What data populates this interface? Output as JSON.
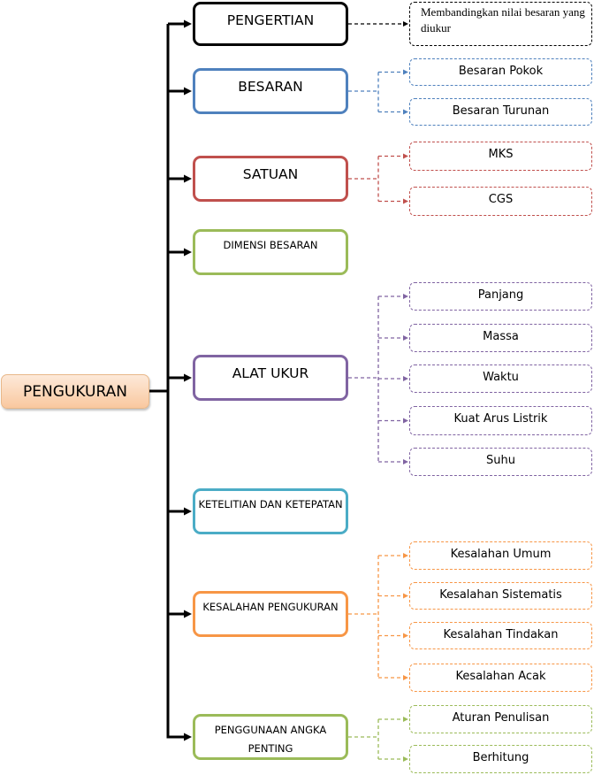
{
  "root": {
    "label": "PENGUKURAN",
    "color": "#f9c89f"
  },
  "branches": [
    {
      "id": "pengertian",
      "label": "PENGERTIAN",
      "color": "#000000",
      "children": [
        "Membandingkan  nilai besaran yang diukur"
      ]
    },
    {
      "id": "besaran",
      "label": "BESARAN",
      "color": "#4f81bd",
      "children": [
        "Besaran Pokok",
        "Besaran Turunan"
      ]
    },
    {
      "id": "satuan",
      "label": "SATUAN",
      "color": "#c0504d",
      "children": [
        "MKS",
        "CGS"
      ]
    },
    {
      "id": "dimensi",
      "label": "DIMENSI BESARAN",
      "color": "#9bbb59",
      "children": []
    },
    {
      "id": "alat-ukur",
      "label": "ALAT UKUR",
      "color": "#8064a2",
      "children": [
        "Panjang",
        "Massa",
        "Waktu",
        "Kuat Arus Listrik",
        "Suhu"
      ]
    },
    {
      "id": "ketelitian",
      "label": "KETELITIAN DAN KETEPATAN",
      "color": "#4bacc6",
      "children": []
    },
    {
      "id": "kesalahan",
      "label": "KESALAHAN PENGUKURAN",
      "color": "#f79646",
      "children": [
        "Kesalahan Umum",
        "Kesalahan Sistematis",
        "Kesalahan Tindakan",
        "Kesalahan Acak"
      ]
    },
    {
      "id": "angka-penting",
      "label": "PENGGUNAAN ANGKA PENTING",
      "color": "#9bbb59",
      "children": [
        "Aturan Penulisan",
        "Berhitung"
      ]
    }
  ]
}
